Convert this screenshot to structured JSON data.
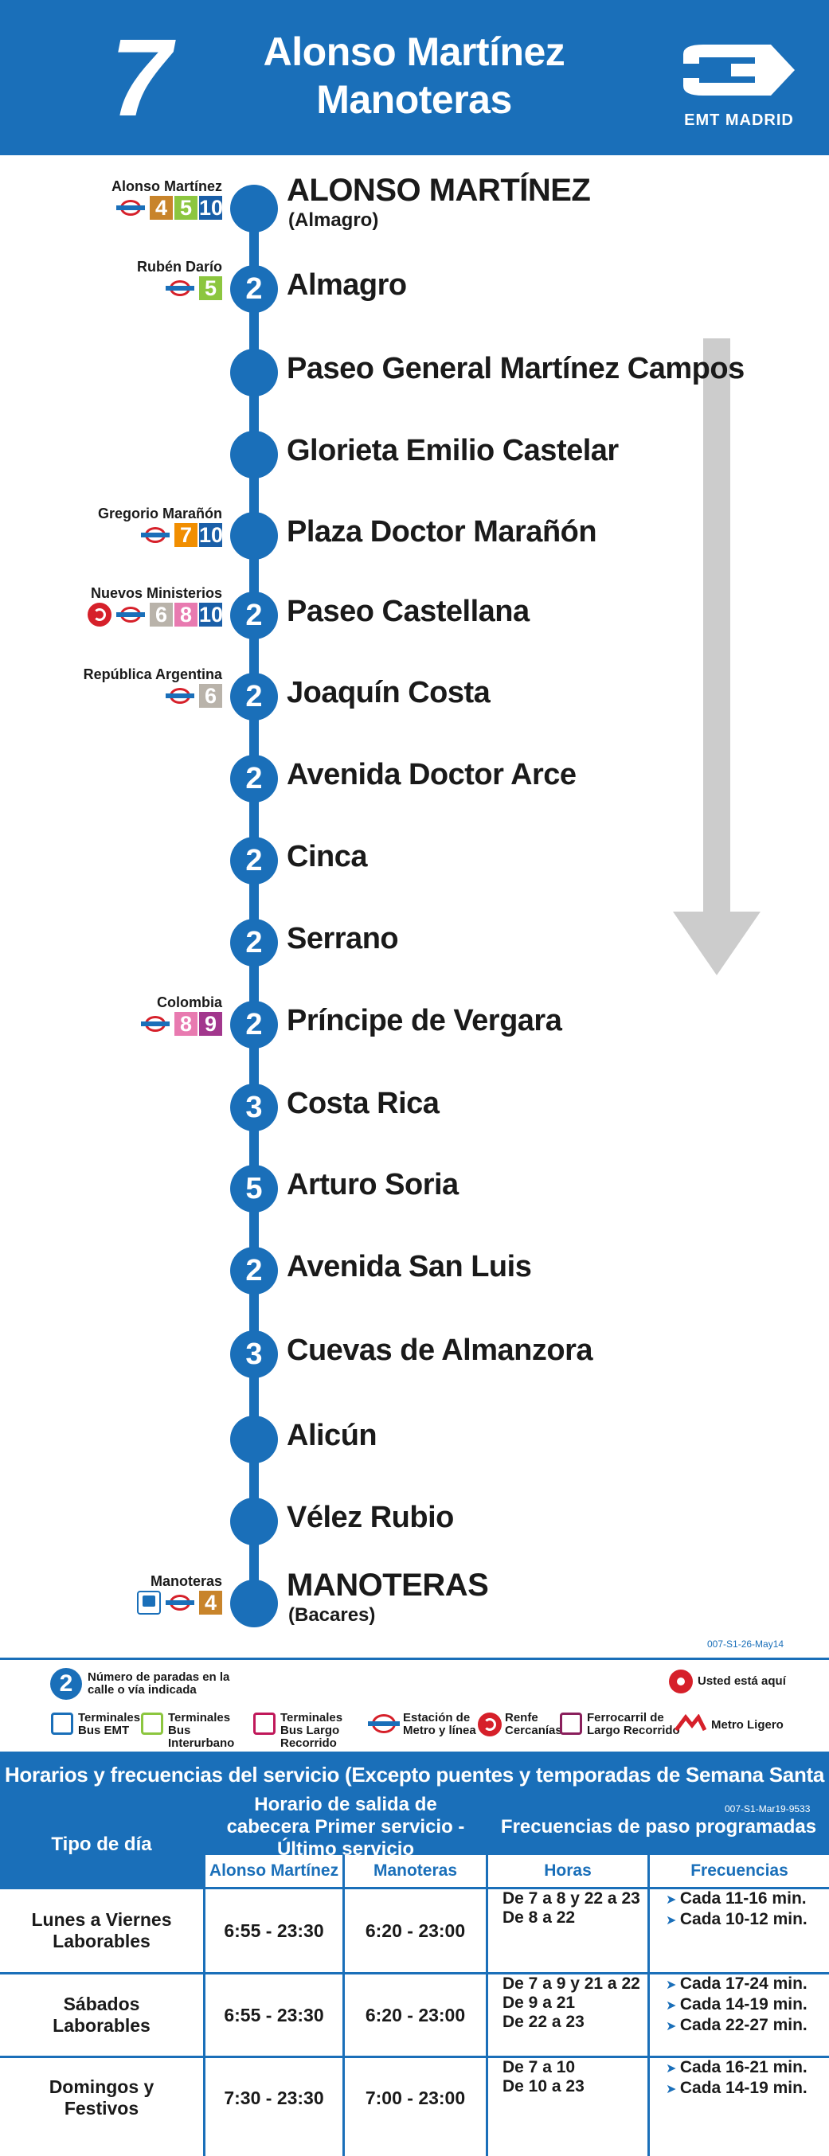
{
  "header": {
    "line_number": "7",
    "origin": "Alonso Martínez",
    "destination": "Manoteras",
    "brand": "EMT MADRID"
  },
  "colors": {
    "emt_blue": "#1a6fb9",
    "metro_red": "#d6202a",
    "line4": "#c8842b",
    "line5": "#8cc63f",
    "line6": "#b9b3aa",
    "line7": "#f18e00",
    "line8": "#e87ab0",
    "line9": "#a2378d",
    "line10": "#1a5fa8",
    "arrow": "#cccccc"
  },
  "stops": [
    {
      "name": "ALONSO MARTÍNEZ",
      "sub": "(Almagro)",
      "badge": "",
      "terminal": true,
      "conn_label": "Alonso Martínez",
      "conn": [
        "metro",
        "4",
        "5",
        "10"
      ]
    },
    {
      "name": "Almagro",
      "badge": "2",
      "conn_label": "Rubén Darío",
      "conn": [
        "metro",
        "5"
      ]
    },
    {
      "name": "Paseo General Martínez Campos",
      "badge": ""
    },
    {
      "name": "Glorieta Emilio Castelar",
      "badge": ""
    },
    {
      "name": "Plaza Doctor Marañón",
      "badge": "",
      "conn_label": "Gregorio Marañón",
      "conn": [
        "metro",
        "7",
        "10"
      ]
    },
    {
      "name": "Paseo Castellana",
      "badge": "2",
      "conn_label": "Nuevos Ministerios",
      "conn": [
        "renfe",
        "metro",
        "6",
        "8",
        "10"
      ]
    },
    {
      "name": "Joaquín Costa",
      "badge": "2",
      "conn_label": "República Argentina",
      "conn": [
        "metro",
        "6"
      ]
    },
    {
      "name": "Avenida Doctor Arce",
      "badge": "2"
    },
    {
      "name": "Cinca",
      "badge": "2"
    },
    {
      "name": "Serrano",
      "badge": "2"
    },
    {
      "name": "Príncipe de Vergara",
      "badge": "2",
      "conn_label": "Colombia",
      "conn": [
        "metro",
        "8",
        "9"
      ]
    },
    {
      "name": "Costa Rica",
      "badge": "3"
    },
    {
      "name": "Arturo Soria",
      "badge": "5"
    },
    {
      "name": "Avenida San Luis",
      "badge": "2"
    },
    {
      "name": "Cuevas de Almanzora",
      "badge": "3"
    },
    {
      "name": "Alicún",
      "badge": ""
    },
    {
      "name": "Vélez Rubio",
      "badge": ""
    },
    {
      "name": "MANOTERAS",
      "sub": "(Bacares)",
      "badge": "",
      "terminal": true,
      "conn_label": "Manoteras",
      "conn": [
        "bus",
        "metro",
        "4"
      ]
    }
  ],
  "codes": {
    "route": "007-S1-26-May14",
    "schedule": "007-S1-Mar19-9533"
  },
  "legend": {
    "stops_count": "2",
    "stops_count_text": "Número de paradas en la calle o vía indicada",
    "you_are_here": "Usted está aquí",
    "items": [
      {
        "label": "Terminales Bus EMT"
      },
      {
        "label": "Terminales Bus Interurbano"
      },
      {
        "label": "Terminales Bus Largo Recorrido"
      },
      {
        "label": "Estación de Metro y línea"
      },
      {
        "label": "Renfe Cercanías"
      },
      {
        "label": "Ferrocarril de Largo Recorrido"
      },
      {
        "label": "Metro Ligero"
      }
    ]
  },
  "schedule": {
    "title": "Horarios y frecuencias del servicio (Excepto puentes y temporadas de Semana Santa y Verano)",
    "col_day": "Tipo de día",
    "col_departure": "Horario de salida de cabecera Primer servicio - Último servicio",
    "col_freq": "Frecuencias de paso programadas",
    "sub_origin": "Alonso Martínez",
    "sub_dest": "Manoteras",
    "sub_hours": "Horas",
    "sub_freqs": "Frecuencias",
    "rows": [
      {
        "day": "Lunes a Viernes Laborables",
        "origin": "6:55 - 23:30",
        "dest": "6:20 - 23:00",
        "hours": [
          "De 7 a 8 y 22 a 23",
          "De 8 a 22"
        ],
        "freqs": [
          "Cada 11-16 min.",
          "Cada 10-12 min."
        ]
      },
      {
        "day": "Sábados Laborables",
        "origin": "6:55 - 23:30",
        "dest": "6:20 - 23:00",
        "hours": [
          "De 7 a 9 y 21 a 22",
          "De 9 a 21",
          "De 22 a 23"
        ],
        "freqs": [
          "Cada 17-24 min.",
          "Cada 14-19 min.",
          "Cada 22-27 min."
        ]
      },
      {
        "day": "Domingos y Festivos",
        "origin": "7:30 - 23:30",
        "dest": "7:00 - 23:00",
        "hours": [
          "De 7 a 10",
          "De 10 a 23"
        ],
        "freqs": [
          "Cada 16-21 min.",
          "Cada 14-19 min."
        ]
      }
    ]
  }
}
